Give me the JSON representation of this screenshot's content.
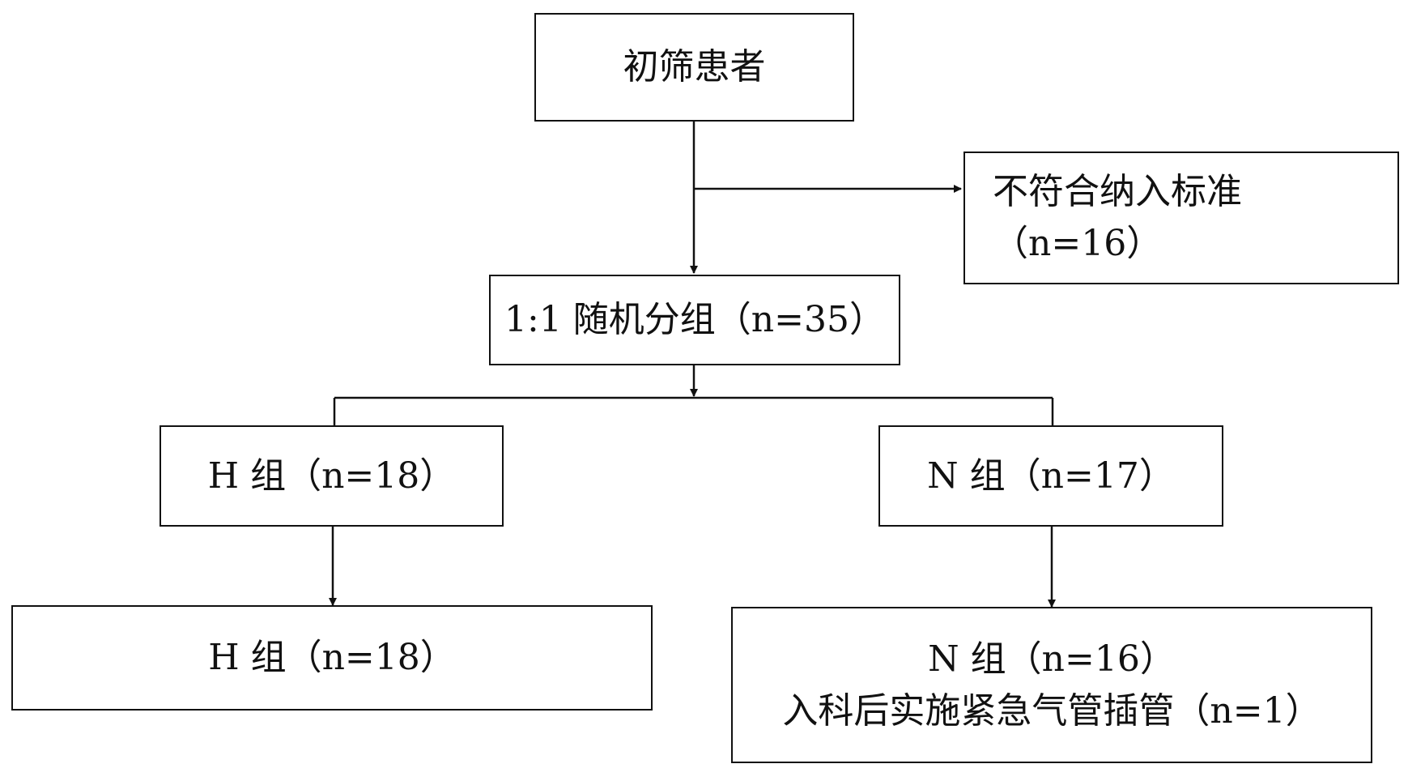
{
  "nodes": {
    "screened": {
      "line1": "初筛患者"
    },
    "excluded": {
      "line1": "不符合纳入标准",
      "line2": "（n=16）"
    },
    "randomized": {
      "line1": "1:1 随机分组（n=35）"
    },
    "group_h": {
      "line1": "H 组（n=18）"
    },
    "group_n": {
      "line1": "N 组（n=17）"
    },
    "final_h": {
      "line1": "H 组（n=18）"
    },
    "final_n": {
      "line1": "N 组（n=16）",
      "line2": "入科后实施紧急气管插管（n=1）"
    }
  },
  "colors": {
    "line": "#111111",
    "box_border": "#111111",
    "background": "#ffffff"
  }
}
